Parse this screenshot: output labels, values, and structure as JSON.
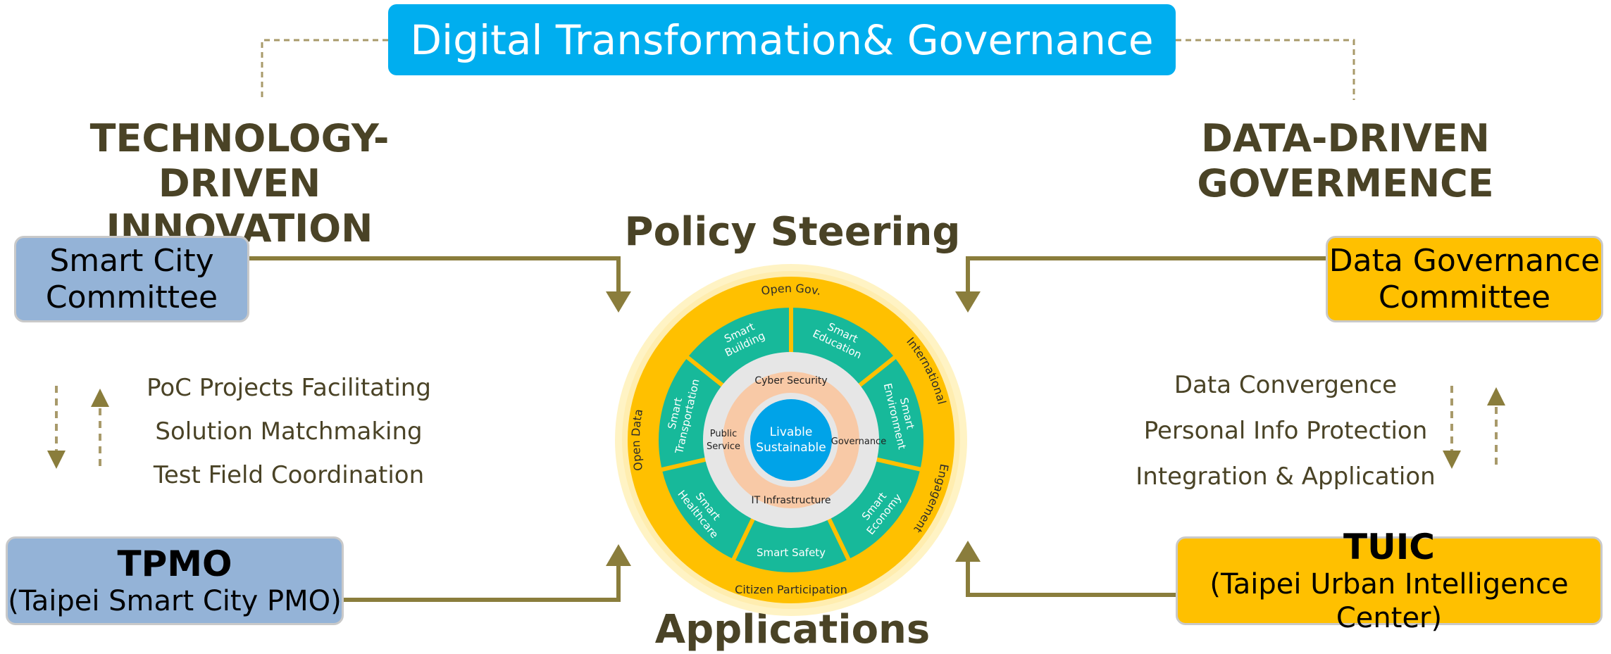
{
  "banner": {
    "title": "Digital Transformation& Governance"
  },
  "left": {
    "heading_line1": "TECHNOLOGY-DRIVEN",
    "heading_line2": "INNOVATION",
    "top_box": {
      "line1": "Smart City",
      "line2": "Committee"
    },
    "bottom_box": {
      "line1": "TPMO",
      "line2": "(Taipei Smart City PMO)"
    },
    "items": [
      "PoC Projects Facilitating",
      "Solution Matchmaking",
      "Test Field Coordination"
    ]
  },
  "right": {
    "heading_line1": "DATA-DRIVEN",
    "heading_line2": "GOVERMENCE",
    "top_box": {
      "line1": "Data Governance",
      "line2": "Committee"
    },
    "bottom_box": {
      "line1": "TUIC",
      "line2": "(Taipei Urban Intelligence Center)"
    },
    "items": [
      "Data Convergence",
      "Personal Info Protection",
      "Integration & Application"
    ]
  },
  "center": {
    "top_label": "Policy Steering",
    "bottom_label": "Applications",
    "core_line1": "Livable",
    "core_line2": "Sustainable",
    "inner_ring": {
      "top": "Cyber Security",
      "left_line1": "Public",
      "left_line2": "Service",
      "right": "Governance",
      "bottom": "IT Infrastructure"
    },
    "segments": [
      {
        "line1": "Smart",
        "line2": "Building"
      },
      {
        "line1": "Smart",
        "line2": "Education"
      },
      {
        "line1": "Smart",
        "line2": "Environment"
      },
      {
        "line1": "Smart",
        "line2": "Economy"
      },
      {
        "line1": "Smart Safety",
        "line2": ""
      },
      {
        "line1": "Smart",
        "line2": "Healthcare"
      },
      {
        "line1": "Smart",
        "line2": "Transportation"
      }
    ],
    "outer_ring": {
      "top": "Open Gov.",
      "right_upper": "International",
      "right_lower": "Engagement",
      "bottom": "Citizen Participation",
      "left": "Open Data"
    }
  },
  "colors": {
    "banner": "#00aeef",
    "blue_box": "#94b3d7",
    "gold_box": "#ffc000",
    "arrow": "#8a7d3c",
    "text_dark": "#4a4326",
    "teal_segment": "#1abc9c",
    "core": "#00a3e8",
    "peach": "#f8c9a6"
  }
}
